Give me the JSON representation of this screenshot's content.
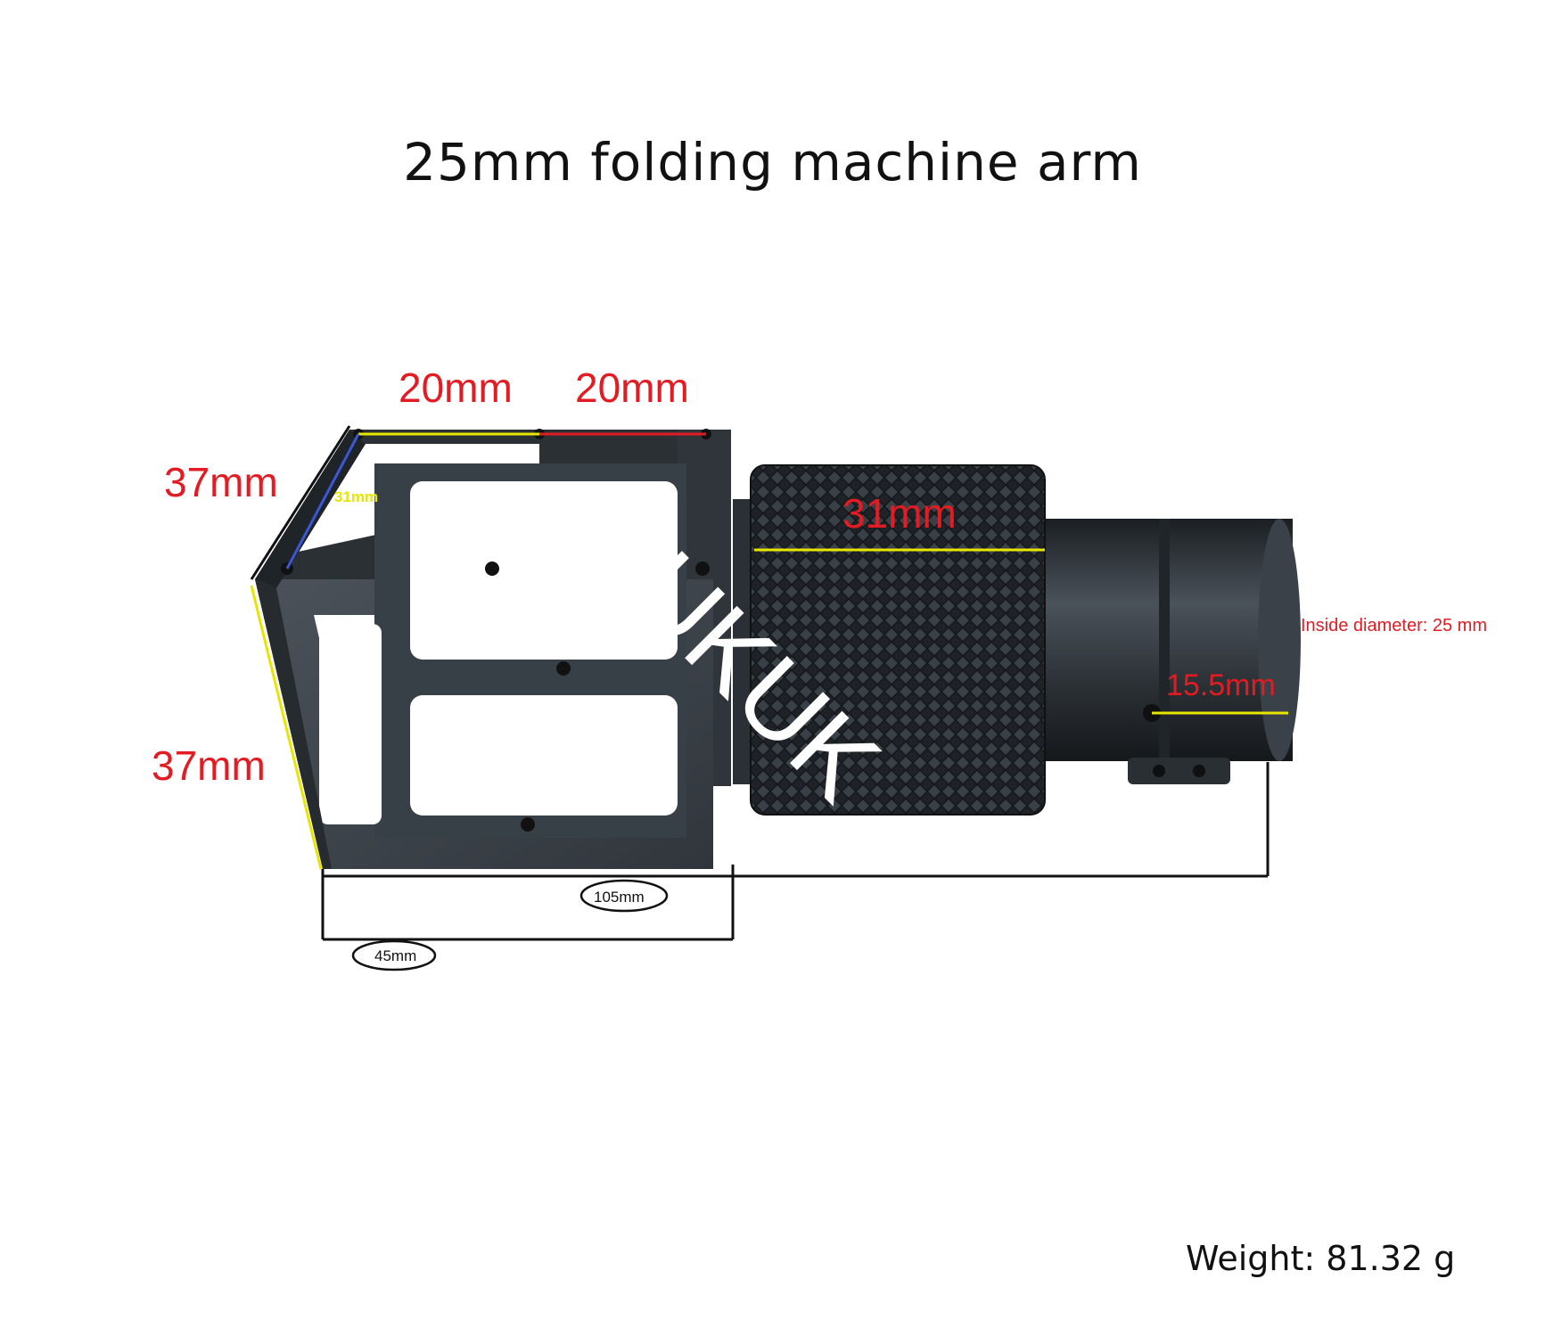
{
  "title": "25mm folding machine arm",
  "watermark": "UKUK",
  "weight": "Weight: 81.32 g",
  "dimensions": {
    "top_left_width": "20mm",
    "top_right_width": "20mm",
    "side_upper": "37mm",
    "side_lower": "37mm",
    "inner_frame": "31mm",
    "knurl_length": "31mm",
    "inside_diameter": "Inside diameter: 25 mm",
    "hole_offset": "15.5mm",
    "total_length": "105mm",
    "frame_length": "45mm"
  },
  "colors": {
    "red_label": "#e31b23",
    "yellow_line": "#e6e600",
    "frame_metal": "#3d434a",
    "knurl_metal": "#25292d",
    "tube_metal": "#2f353b"
  },
  "icons": {
    "watermark": "ukuk-watermark"
  }
}
